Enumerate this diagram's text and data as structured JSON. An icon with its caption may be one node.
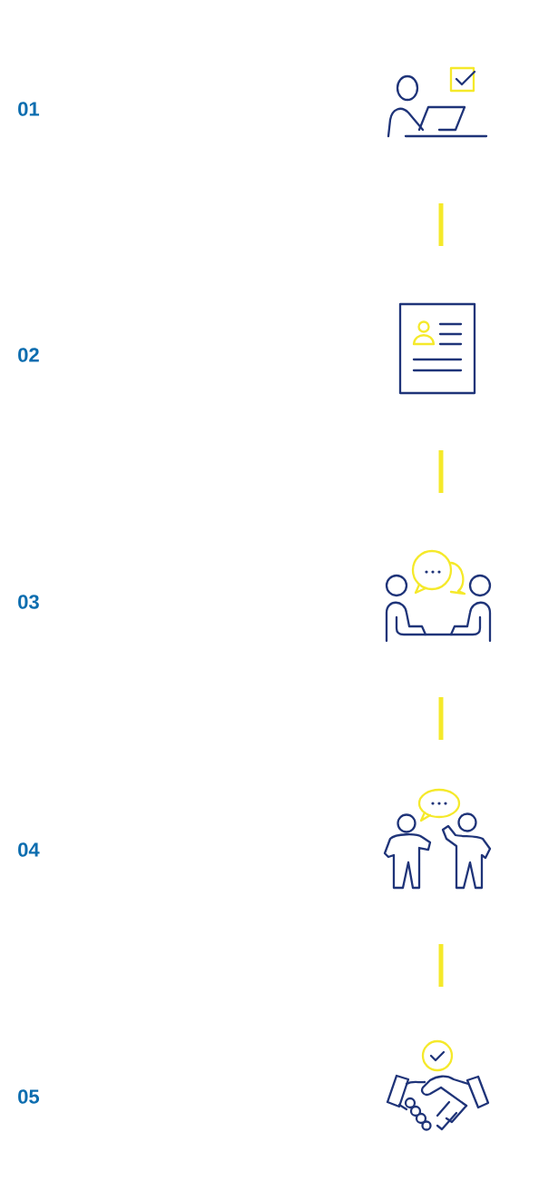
{
  "diagram": {
    "nodes": [
      {
        "text": [],
        "shape": "picture"
      },
      {
        "text": [],
        "shape": "picture"
      },
      {
        "text": [],
        "shape": "picture"
      },
      {
        "text": [],
        "shape": "picture"
      },
      {
        "text": [],
        "shape": "picture"
      }
    ],
    "labels": [
      "01",
      "02",
      "03",
      "04",
      "05"
    ]
  }
}
